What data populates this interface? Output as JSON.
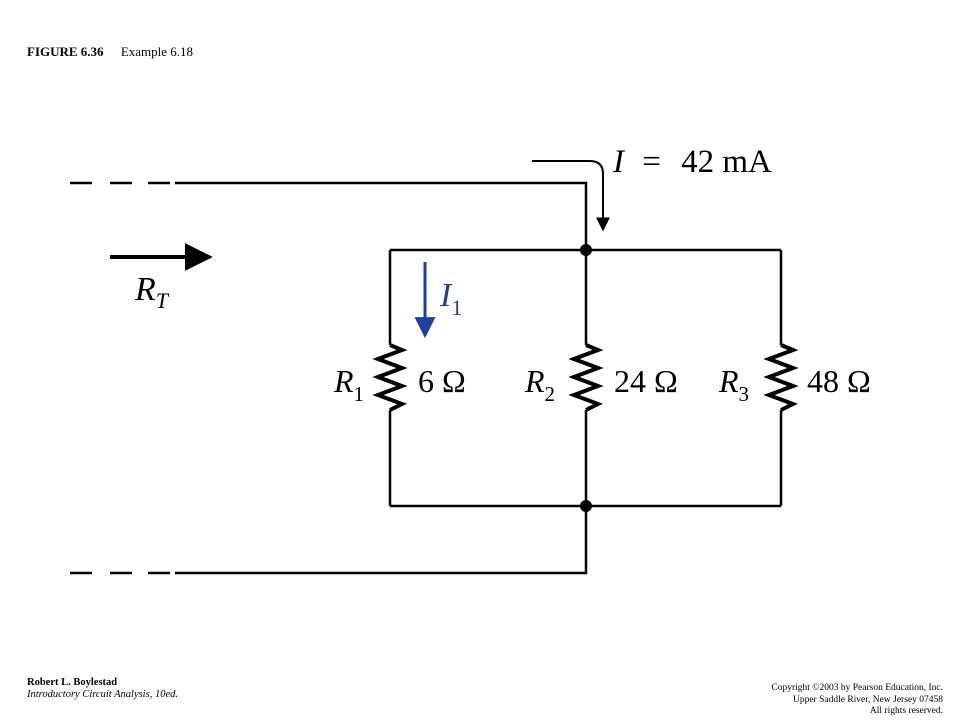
{
  "header": {
    "figure_number": "FIGURE 6.36",
    "caption": "Example 6.18"
  },
  "circuit": {
    "current_label_symbol": "I",
    "current_label_eq": "=",
    "current_label_value": "42 mA",
    "rt_symbol": "R",
    "rt_subscript": "T",
    "i1_symbol": "I",
    "i1_subscript": "1",
    "resistors": [
      {
        "symbol": "R",
        "subscript": "1",
        "value": "6 Ω"
      },
      {
        "symbol": "R",
        "subscript": "2",
        "value": "24 Ω"
      },
      {
        "symbol": "R",
        "subscript": "3",
        "value": "48 Ω"
      }
    ],
    "colors": {
      "wire": "#000000",
      "i1_arrow": "#1f3f9f"
    }
  },
  "footer": {
    "author": "Robert L. Boylestad",
    "book": "Introductory Circuit Analysis, 10ed.",
    "copyright_line1": "Copyright ©2003 by Pearson Education, Inc.",
    "copyright_line2": "Upper Saddle River, New Jersey 07458",
    "copyright_line3": "All rights reserved."
  }
}
